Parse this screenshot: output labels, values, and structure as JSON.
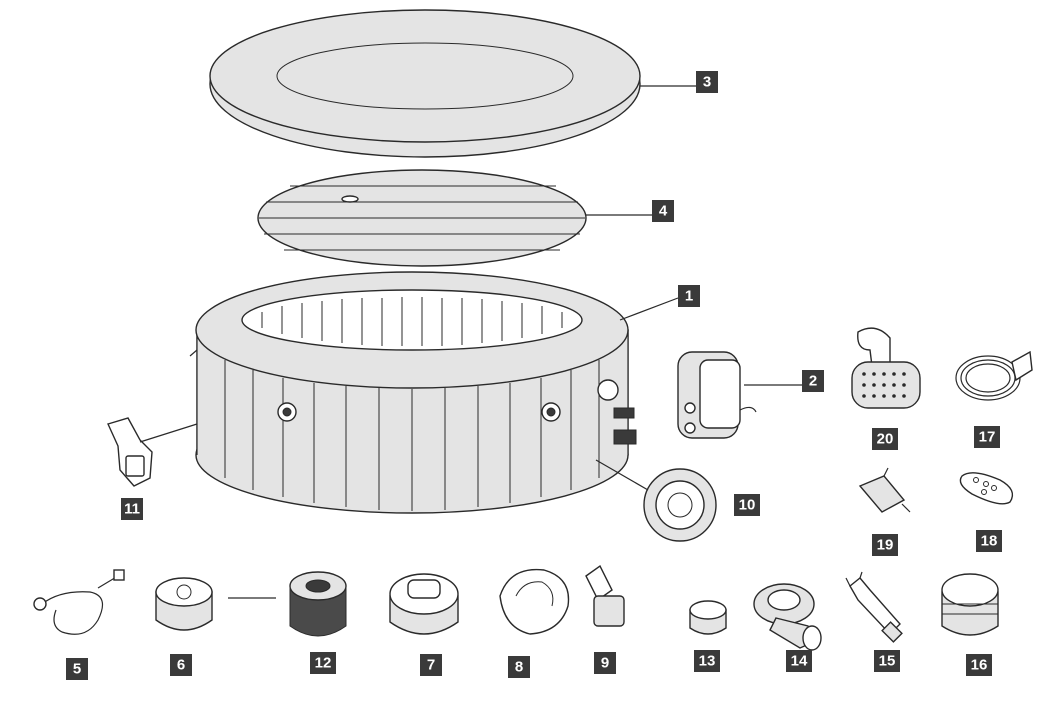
{
  "labels": {
    "p1": "1",
    "p2": "2",
    "p3": "3",
    "p4": "4",
    "p5": "5",
    "p6": "6",
    "p7": "7",
    "p8": "8",
    "p9": "9",
    "p10": "10",
    "p11": "11",
    "p12": "12",
    "p13": "13",
    "p14": "14",
    "p15": "15",
    "p16": "16",
    "p17": "17",
    "p18": "18",
    "p19": "19",
    "p20": "20"
  },
  "colors": {
    "badge": "#3a3a3a",
    "part_fill": "#e4e4e4",
    "stroke": "#2a2a2a"
  }
}
